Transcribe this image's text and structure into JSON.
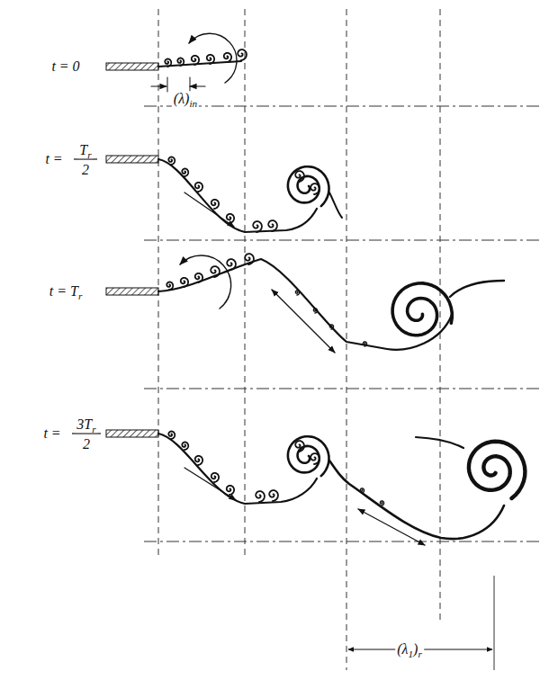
{
  "diagram": {
    "labels": [
      "t = 0",
      "(λ)in",
      "t =",
      "Tr",
      "2",
      "t = Tr",
      "t =",
      "3Tr",
      "2",
      "(λ1)r"
    ]
  }
}
